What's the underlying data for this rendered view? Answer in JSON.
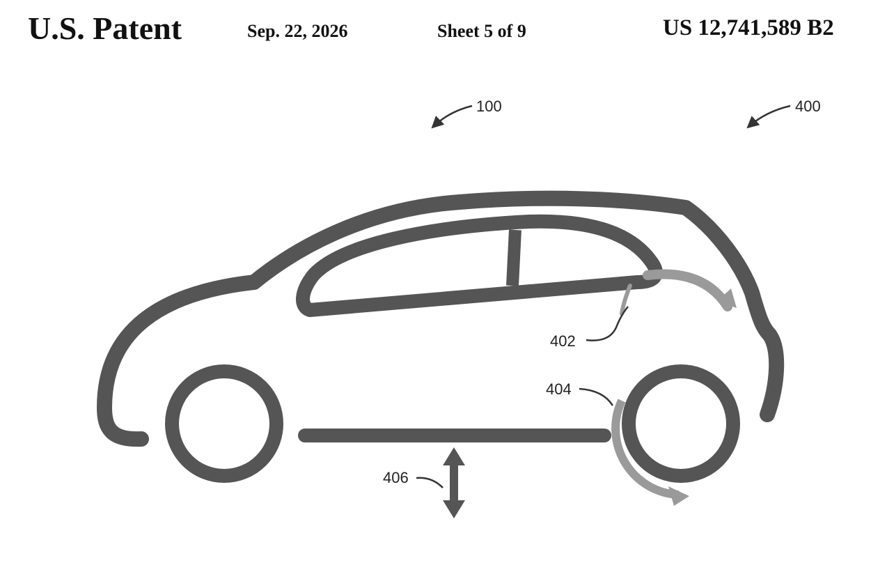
{
  "header": {
    "title": "U.S. Patent",
    "date": "Sep. 22, 2026",
    "sheet": "Sheet 5 of 9",
    "patent_number": "US 12,741,589 B2"
  },
  "figure": {
    "refs": {
      "r100": "100",
      "r400": "400",
      "r402": "402",
      "r404": "404",
      "r406": "406"
    }
  },
  "colors": {
    "stroke": "#555555",
    "accent_stroke": "#9a9a9a",
    "ink": "#111111"
  }
}
